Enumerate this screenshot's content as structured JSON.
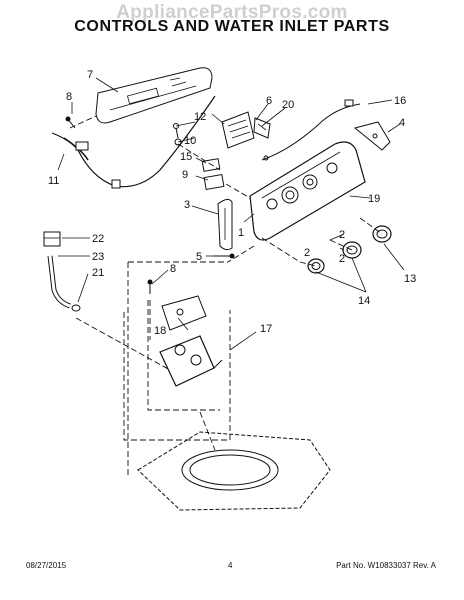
{
  "watermark": "AppliancePartsPros.com",
  "title": "CONTROLS AND WATER INLET PARTS",
  "callouts": {
    "c1": "1",
    "c2a": "2",
    "c2b": "2",
    "c2c": "2",
    "c3": "3",
    "c4": "4",
    "c5": "5",
    "c6": "6",
    "c7": "7",
    "c8a": "8",
    "c8b": "8",
    "c9": "9",
    "c10": "10",
    "c11": "11",
    "c12": "12",
    "c13": "13",
    "c14": "14",
    "c15": "15",
    "c16": "16",
    "c17": "17",
    "c18": "18",
    "c19": "19",
    "c20": "20",
    "c21": "21",
    "c22": "22",
    "c23": "23"
  },
  "footer": {
    "date": "08/27/2015",
    "page": "4",
    "part_number": "Part No.  W10833037  Rev. A"
  },
  "colors": {
    "ink": "#111111",
    "watermark": "#cfcfcf",
    "fill": "#ffffff"
  }
}
